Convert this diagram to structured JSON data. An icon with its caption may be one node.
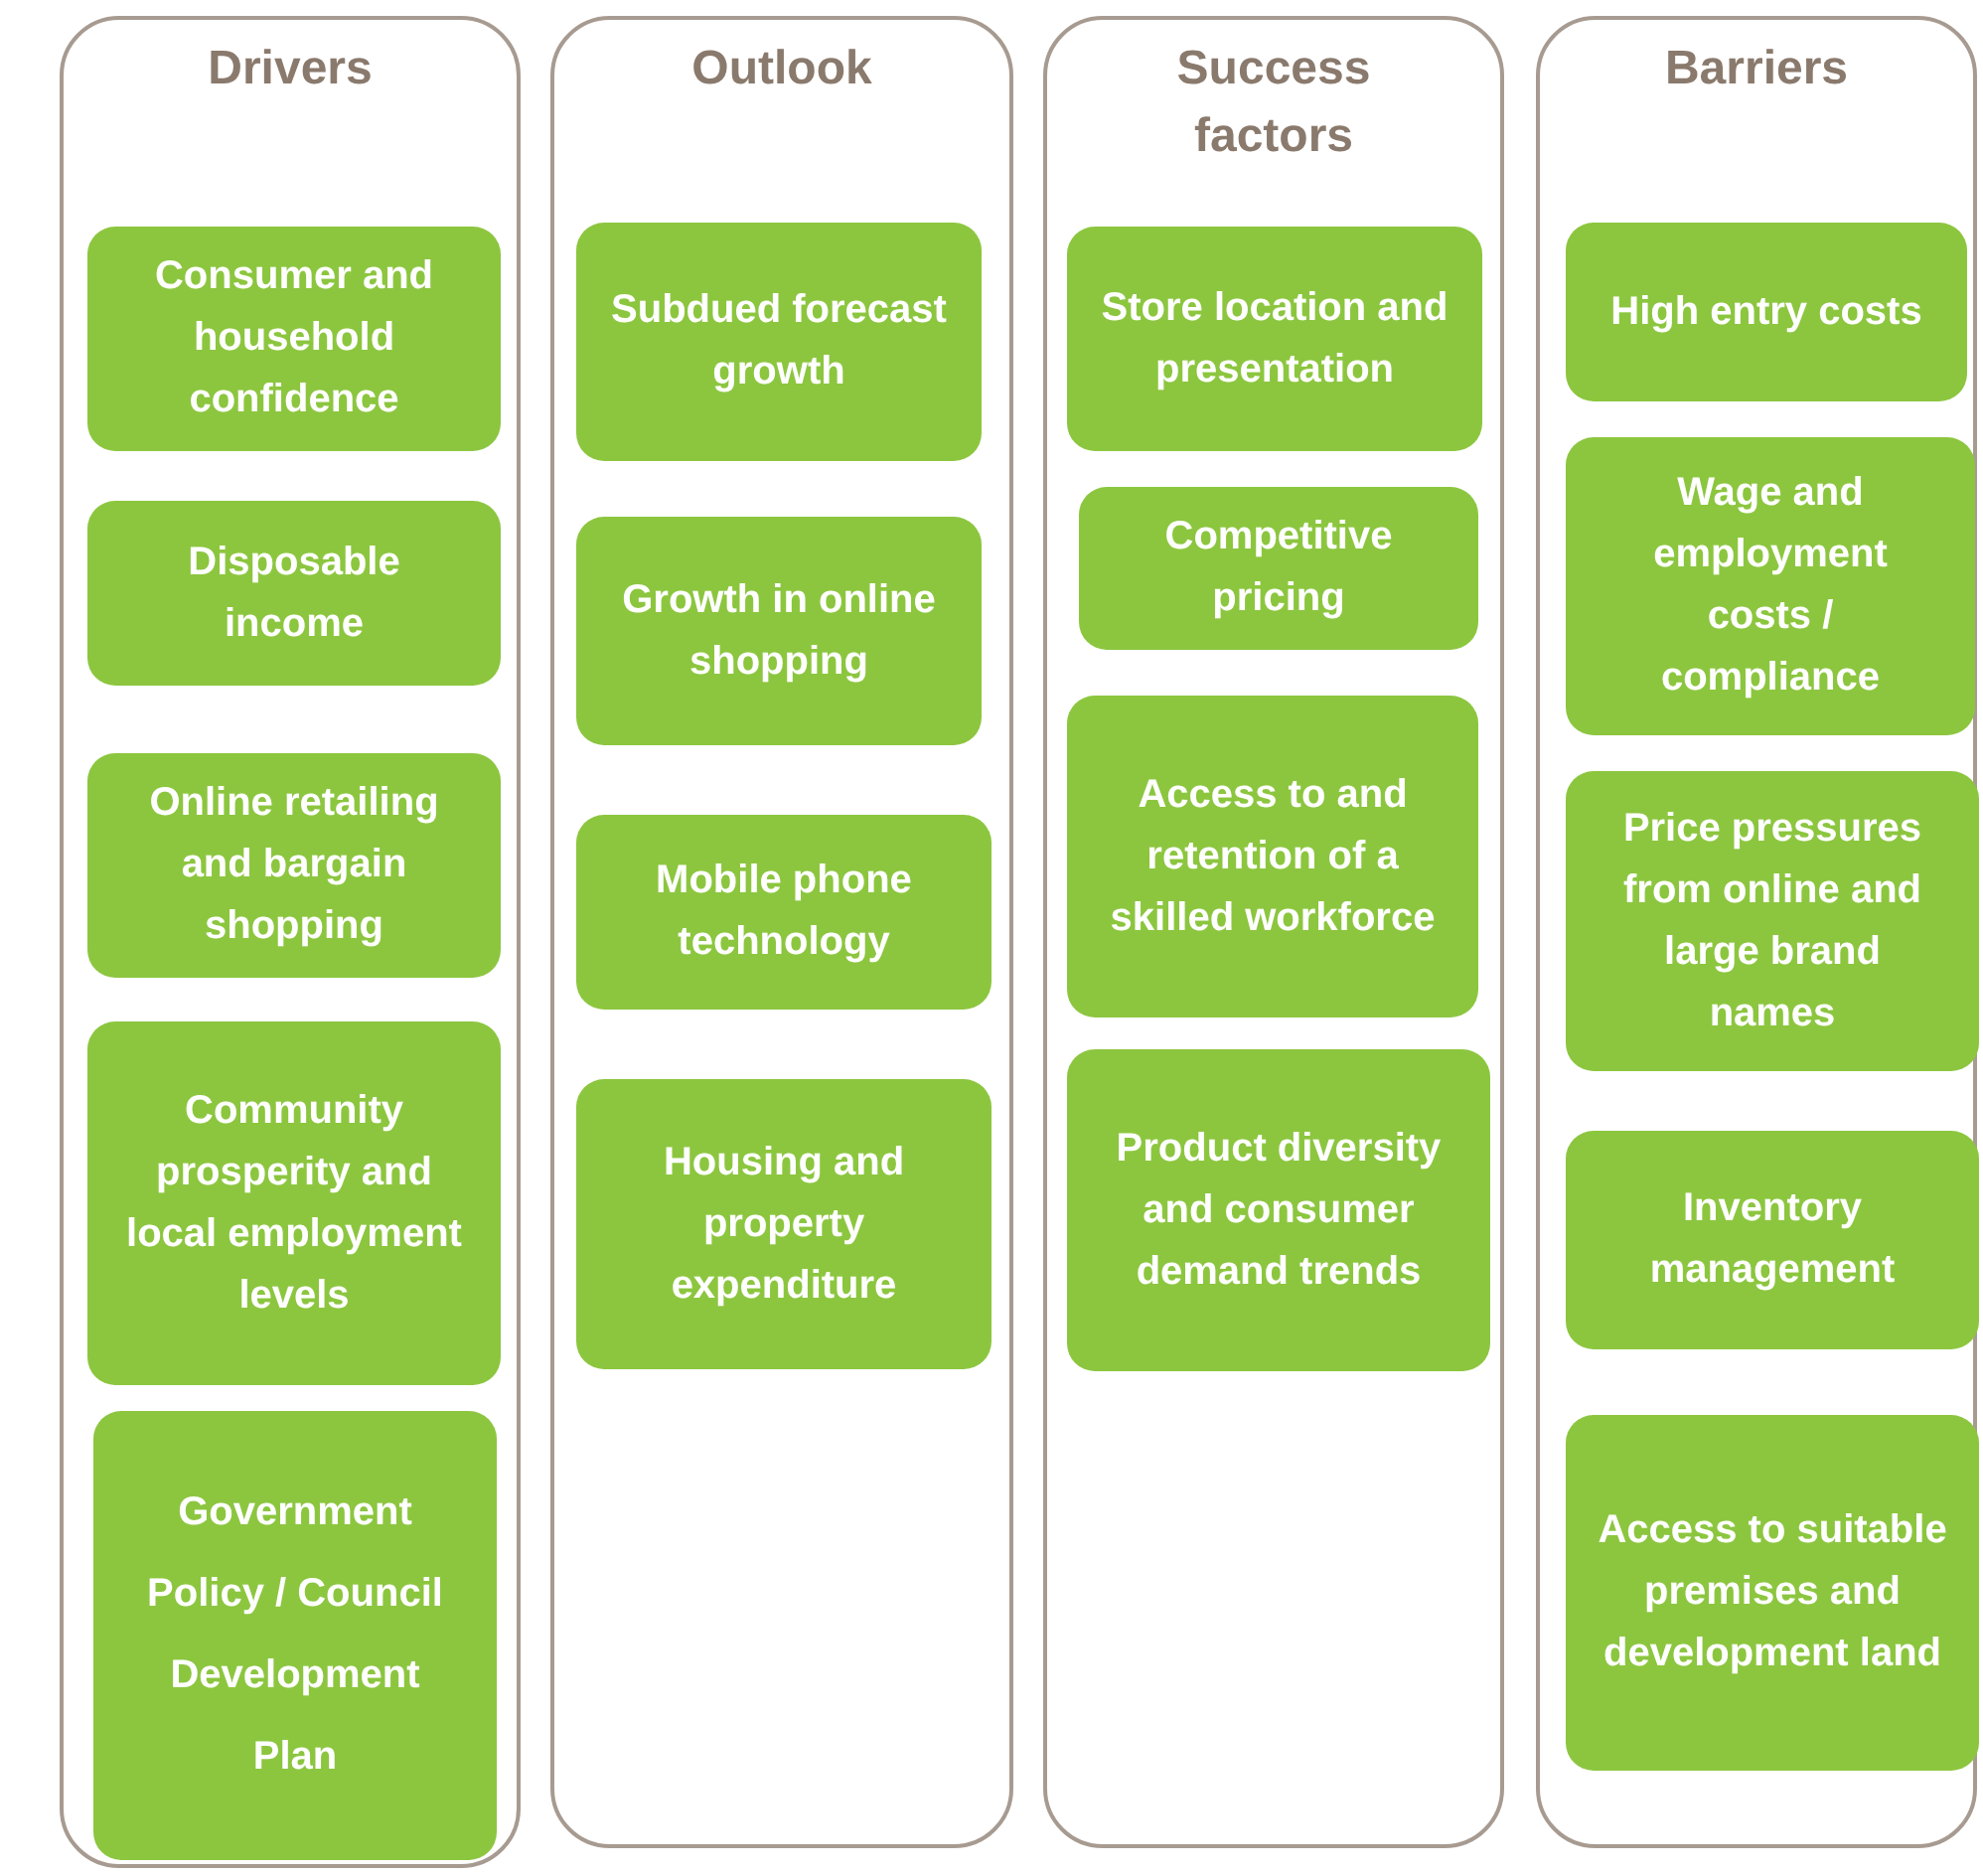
{
  "diagram": {
    "nodes": [
      {
        "text": [
          "Drivers"
        ]
      },
      {
        "text": [
          "Consumer and household confidence"
        ],
        "in": 0
      },
      {
        "text": [
          "Disposable income"
        ],
        "in": 0
      },
      {
        "text": [
          "Online retailing and bargain shopping"
        ],
        "in": 0
      },
      {
        "text": [
          "Community prosperity and local employment levels"
        ],
        "in": 0
      },
      {
        "text": [
          "Government Policy / Council Development Plan"
        ],
        "in": 0
      },
      {
        "text": [
          "Outlook"
        ]
      },
      {
        "text": [
          "Subdued forecast growth"
        ],
        "in": 6
      },
      {
        "text": [
          "Growth in online shopping"
        ],
        "in": 6
      },
      {
        "text": [
          "Mobile phone technology"
        ],
        "in": 6
      },
      {
        "text": [
          "Housing and property expenditure"
        ],
        "in": 6
      },
      {
        "text": [
          "Success factors"
        ]
      },
      {
        "text": [
          "Store location and presentation"
        ],
        "in": 11
      },
      {
        "text": [
          "Competitive pricing"
        ],
        "in": 11
      },
      {
        "text": [
          "Access to and retention of a skilled workforce"
        ],
        "in": 11
      },
      {
        "text": [
          "Product diversity and consumer demand trends"
        ],
        "in": 11
      },
      {
        "text": [
          "Barriers"
        ]
      },
      {
        "text": [
          "High entry costs"
        ],
        "in": 16
      },
      {
        "text": [
          "Wage and employment costs / compliance"
        ],
        "in": 16
      },
      {
        "text": [
          "Price pressures from online and large brand names"
        ],
        "in": 16
      },
      {
        "text": [
          "Inventory management"
        ],
        "in": 16
      },
      {
        "text": [
          "Access to suitable premises and development land"
        ],
        "in": 16
      }
    ]
  }
}
